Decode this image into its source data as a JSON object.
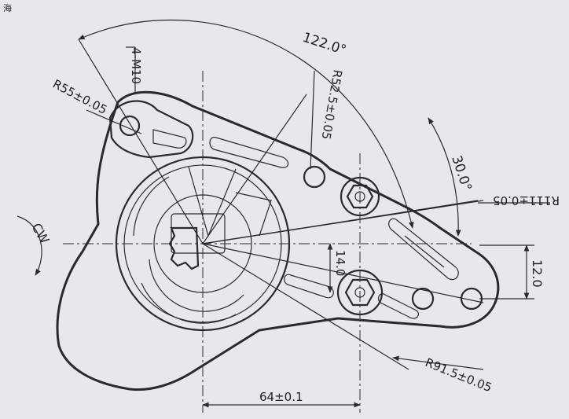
{
  "corner_mark": "海",
  "dimensions": {
    "angle_total": "122.0°",
    "angle_small": "30.0°",
    "bolt_holes": "4-M10",
    "radius_small": "R55±0.05",
    "radius_mid": "R52.5±0.05",
    "radius_large": "R111±0.05",
    "radius_outer": "R91.5±0.05",
    "offset_vertical": "14.0",
    "offset_right": "12.0",
    "width_bottom": "64±0.1"
  },
  "rotation": {
    "label": "CW"
  }
}
